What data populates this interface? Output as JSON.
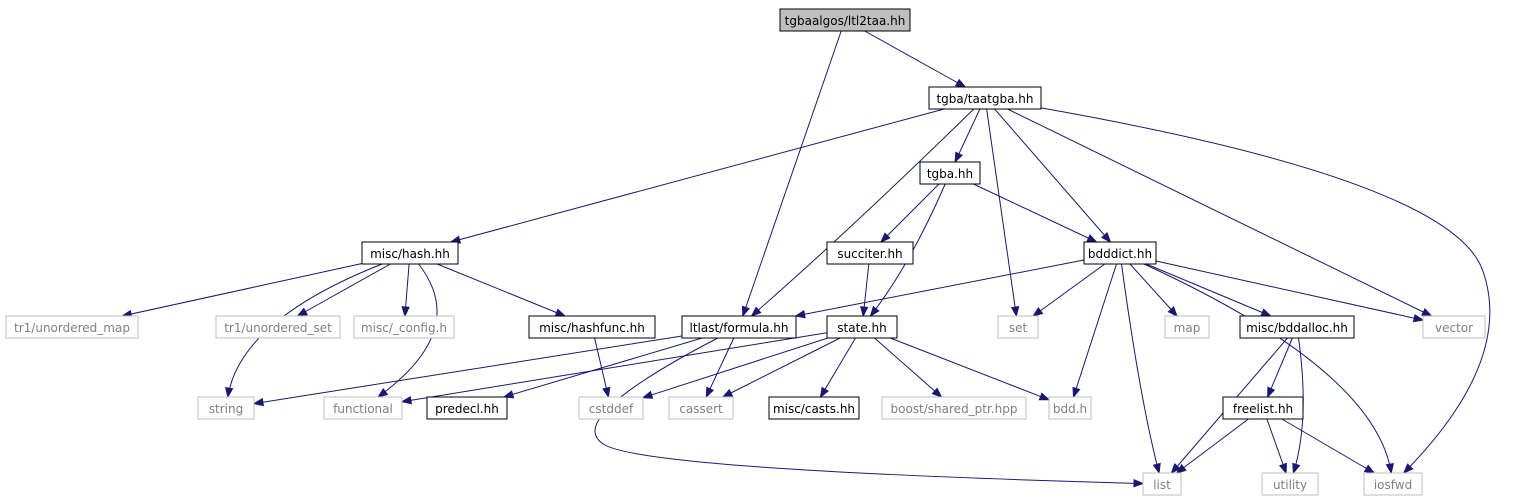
{
  "colors": {
    "edge": "#191970",
    "node_border_local": "#000000",
    "node_border_external": "#bfbfbf",
    "node_fill_root": "#bfbfbf",
    "node_fill": "#ffffff",
    "text_local": "#000000",
    "text_external": "#808080"
  },
  "nodes": [
    {
      "id": "root",
      "label": "tgbaalgos/ltl2taa.hh",
      "kind": "root"
    },
    {
      "id": "taatgba",
      "label": "tgba/taatgba.hh",
      "kind": "local"
    },
    {
      "id": "tgba",
      "label": "tgba.hh",
      "kind": "local"
    },
    {
      "id": "hash",
      "label": "misc/hash.hh",
      "kind": "local"
    },
    {
      "id": "succiter",
      "label": "succiter.hh",
      "kind": "local"
    },
    {
      "id": "bdddict",
      "label": "bdddict.hh",
      "kind": "local"
    },
    {
      "id": "tr1map",
      "label": "tr1/unordered_map",
      "kind": "external"
    },
    {
      "id": "tr1set",
      "label": "tr1/unordered_set",
      "kind": "external"
    },
    {
      "id": "config",
      "label": "misc/_config.h",
      "kind": "external"
    },
    {
      "id": "hashfunc",
      "label": "misc/hashfunc.hh",
      "kind": "local"
    },
    {
      "id": "formula",
      "label": "ltlast/formula.hh",
      "kind": "local"
    },
    {
      "id": "state",
      "label": "state.hh",
      "kind": "local"
    },
    {
      "id": "set",
      "label": "set",
      "kind": "external"
    },
    {
      "id": "map",
      "label": "map",
      "kind": "external"
    },
    {
      "id": "bddalloc",
      "label": "misc/bddalloc.hh",
      "kind": "local"
    },
    {
      "id": "vector",
      "label": "vector",
      "kind": "external"
    },
    {
      "id": "string",
      "label": "string",
      "kind": "external"
    },
    {
      "id": "functional",
      "label": "functional",
      "kind": "external"
    },
    {
      "id": "predecl",
      "label": "predecl.hh",
      "kind": "local"
    },
    {
      "id": "cstddef",
      "label": "cstddef",
      "kind": "external"
    },
    {
      "id": "cassert",
      "label": "cassert",
      "kind": "external"
    },
    {
      "id": "casts",
      "label": "misc/casts.hh",
      "kind": "local"
    },
    {
      "id": "sharedptr",
      "label": "boost/shared_ptr.hpp",
      "kind": "external"
    },
    {
      "id": "bddh",
      "label": "bdd.h",
      "kind": "external"
    },
    {
      "id": "freelist",
      "label": "freelist.hh",
      "kind": "local"
    },
    {
      "id": "list",
      "label": "list",
      "kind": "external"
    },
    {
      "id": "utility",
      "label": "utility",
      "kind": "external"
    },
    {
      "id": "iosfwd",
      "label": "iosfwd",
      "kind": "external"
    }
  ],
  "edges": [
    [
      "root",
      "taatgba"
    ],
    [
      "root",
      "formula"
    ],
    [
      "taatgba",
      "hash"
    ],
    [
      "taatgba",
      "formula"
    ],
    [
      "taatgba",
      "tgba"
    ],
    [
      "taatgba",
      "set"
    ],
    [
      "taatgba",
      "bdddict"
    ],
    [
      "taatgba",
      "vector"
    ],
    [
      "taatgba",
      "iosfwd"
    ],
    [
      "tgba",
      "succiter"
    ],
    [
      "tgba",
      "state"
    ],
    [
      "tgba",
      "bdddict"
    ],
    [
      "hash",
      "tr1map"
    ],
    [
      "hash",
      "tr1set"
    ],
    [
      "hash",
      "config"
    ],
    [
      "hash",
      "hashfunc"
    ],
    [
      "hash",
      "string"
    ],
    [
      "hash",
      "functional"
    ],
    [
      "succiter",
      "state"
    ],
    [
      "bdddict",
      "formula"
    ],
    [
      "bdddict",
      "set"
    ],
    [
      "bdddict",
      "map"
    ],
    [
      "bdddict",
      "bddalloc"
    ],
    [
      "bdddict",
      "vector"
    ],
    [
      "bdddict",
      "bddh"
    ],
    [
      "bdddict",
      "list"
    ],
    [
      "bdddict",
      "iosfwd"
    ],
    [
      "hashfunc",
      "cstddef"
    ],
    [
      "formula",
      "string"
    ],
    [
      "formula",
      "predecl"
    ],
    [
      "formula",
      "cassert"
    ],
    [
      "formula",
      "list"
    ],
    [
      "state",
      "functional"
    ],
    [
      "state",
      "cstddef"
    ],
    [
      "state",
      "cassert"
    ],
    [
      "state",
      "casts"
    ],
    [
      "state",
      "sharedptr"
    ],
    [
      "state",
      "bddh"
    ],
    [
      "bddalloc",
      "freelist"
    ],
    [
      "bddalloc",
      "list"
    ],
    [
      "bddalloc",
      "utility"
    ],
    [
      "freelist",
      "list"
    ],
    [
      "freelist",
      "utility"
    ],
    [
      "freelist",
      "iosfwd"
    ]
  ]
}
